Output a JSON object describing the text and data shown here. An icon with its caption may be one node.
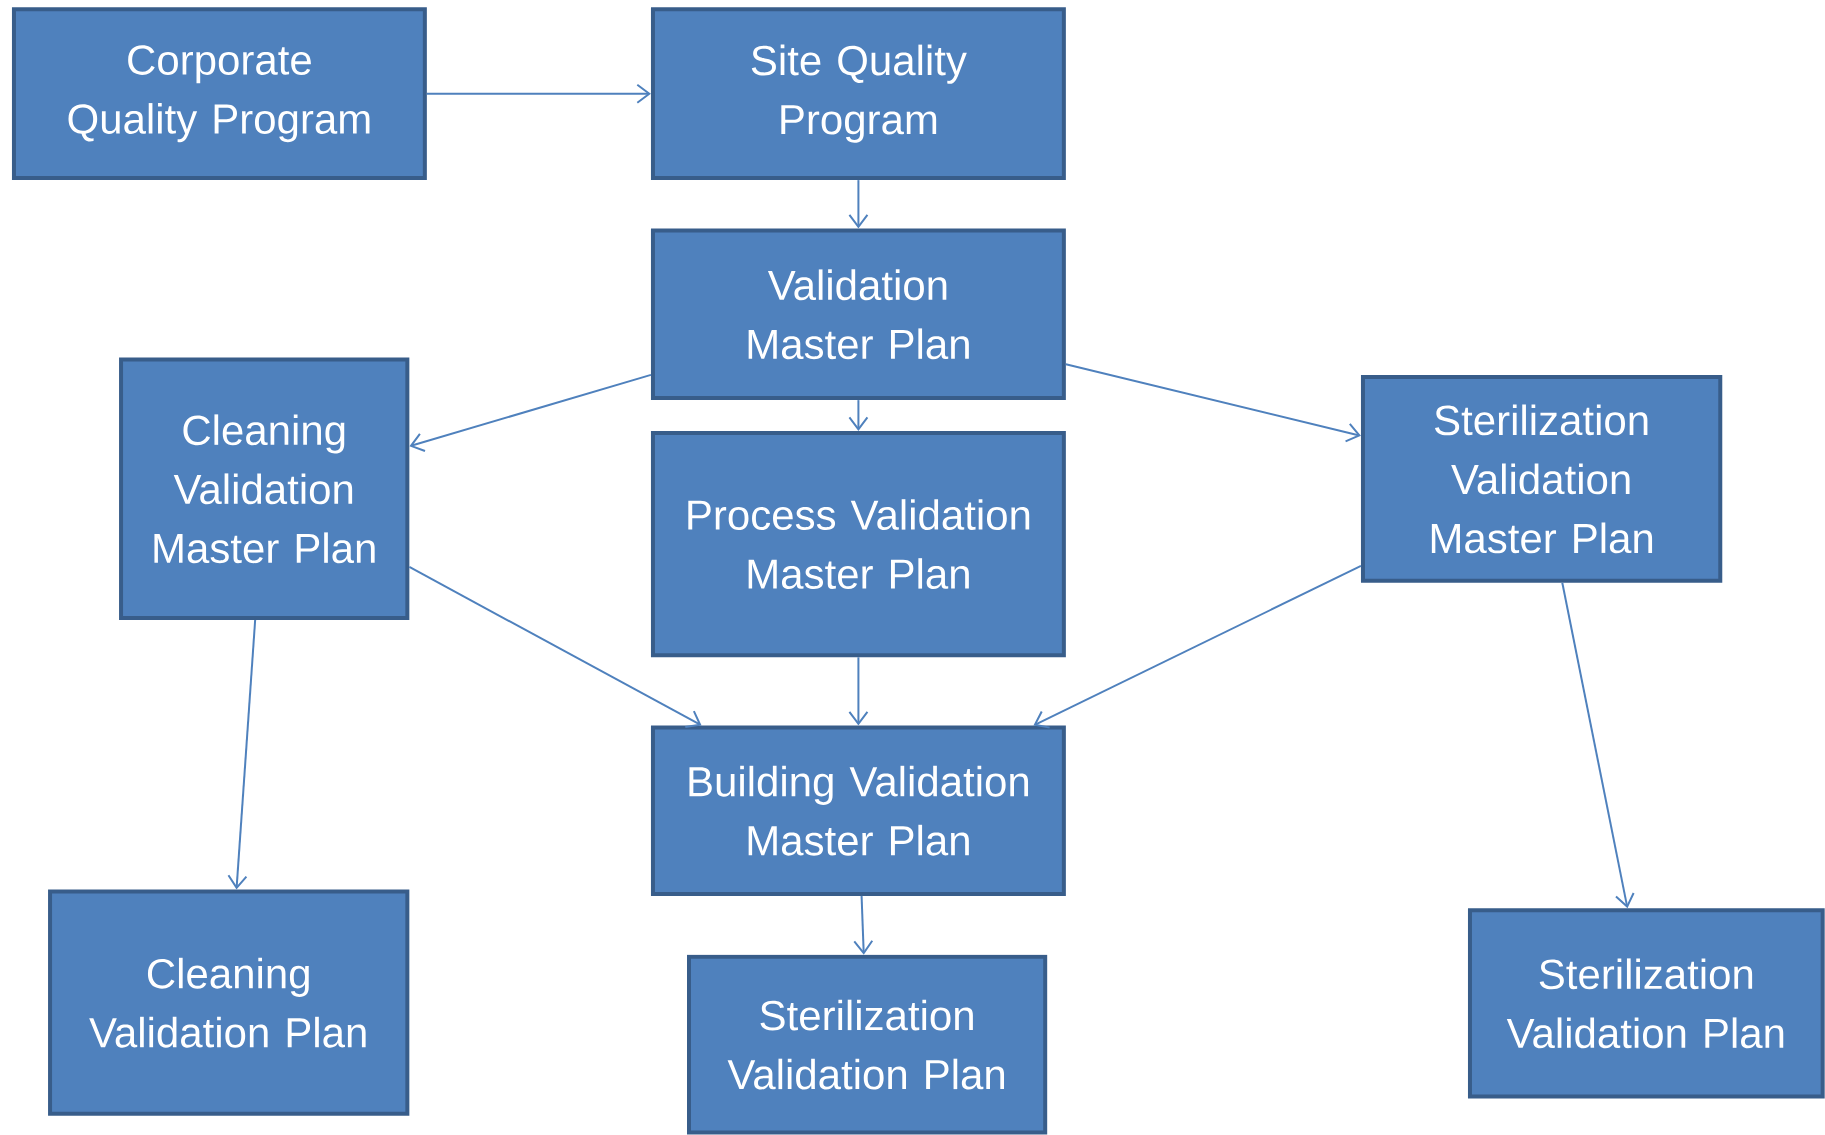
{
  "diagram": {
    "nodes": [
      {
        "text": [
          "Corporate Quality Program"
        ]
      },
      {
        "text": [
          "Site Quality Program"
        ]
      },
      {
        "text": [
          "Validation Master Plan"
        ]
      },
      {
        "text": [
          "Cleaning Validation Master Plan"
        ]
      },
      {
        "text": [
          "Process Validation Master Plan"
        ]
      },
      {
        "text": [
          "Sterilization Validation Master Plan"
        ]
      },
      {
        "text": [
          "Building Validation Master Plan"
        ]
      },
      {
        "text": [
          "Cleaning Validation Plan"
        ]
      },
      {
        "text": [
          "Sterilization Validation Plan"
        ]
      },
      {
        "text": [
          "Sterilization Validation Plan"
        ]
      }
    ],
    "edges": [
      {
        "from": 0,
        "to": 1,
        "arrow": "to"
      },
      {
        "from": 1,
        "to": 2,
        "arrow": "to"
      },
      {
        "from": 2,
        "to": 3,
        "arrow": "to"
      },
      {
        "from": 2,
        "to": 4,
        "arrow": "to"
      },
      {
        "from": 2,
        "to": 5,
        "arrow": "to"
      },
      {
        "from": 3,
        "to": 7,
        "arrow": "to"
      },
      {
        "from": 3,
        "to": 6,
        "arrow": "to"
      },
      {
        "from": 4,
        "to": 6,
        "arrow": "to"
      },
      {
        "from": 5,
        "to": 6,
        "arrow": "to"
      },
      {
        "from": 5,
        "to": 9,
        "arrow": "to"
      },
      {
        "from": 6,
        "to": 8,
        "arrow": "to"
      }
    ]
  }
}
